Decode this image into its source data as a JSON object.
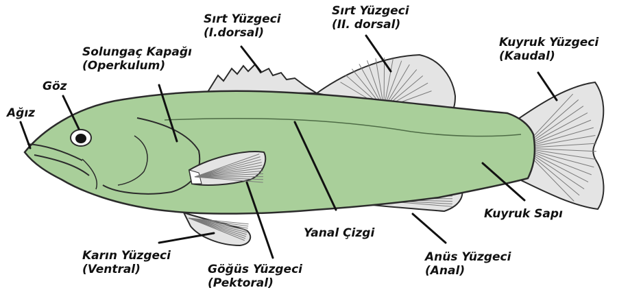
{
  "colors": {
    "body_fill": "#a9cf9a",
    "fin_fill": "#e4e4e4",
    "outline": "#2b2b2b",
    "pointer": "#111111",
    "text": "#111111"
  },
  "labels": {
    "mouth": "Ağız",
    "eye": "Göz",
    "operculum": {
      "line1": "Solungaç Kapağı",
      "line2": "(Operkulum)"
    },
    "dorsal1": {
      "line1": "Sırt Yüzgeci",
      "line2": "(I.dorsal)"
    },
    "dorsal2": {
      "line1": "Sırt Yüzgeci",
      "line2": "(II. dorsal)"
    },
    "caudal": {
      "line1": "Kuyruk Yüzgeci",
      "line2": "(Kaudal)"
    },
    "caudal_peduncle": "Kuyruk Sapı",
    "lateral_line": "Yanal Çizgi",
    "anal": {
      "line1": "Anüs Yüzgeci",
      "line2": "(Anal)"
    },
    "pectoral": {
      "line1": "Göğüs Yüzgeci",
      "line2": "(Pektoral)"
    },
    "ventral": {
      "line1": "Karın Yüzgeci",
      "line2": "(Ventral)"
    }
  }
}
